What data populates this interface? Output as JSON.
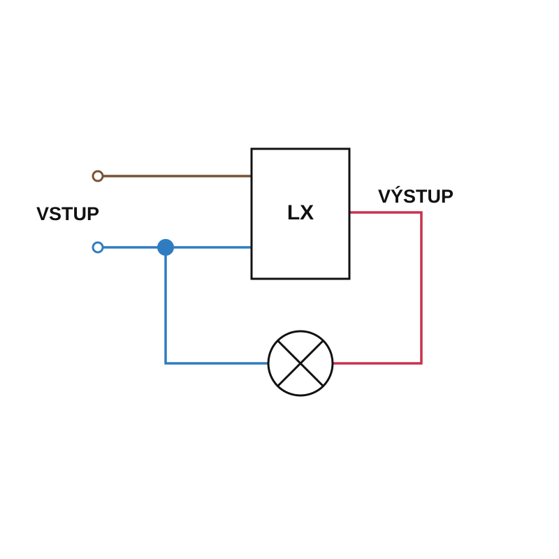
{
  "labels": {
    "input": "VSTUP",
    "output": "VÝSTUP",
    "module": "LX"
  },
  "colors": {
    "phase_wire": "#7a5233",
    "neutral_wire": "#2f7dc0",
    "output_wire": "#c8324e",
    "outline": "#111111",
    "background": "#ffffff"
  },
  "icons": {
    "lamp": "lamp-icon",
    "junction": "junction-dot"
  }
}
